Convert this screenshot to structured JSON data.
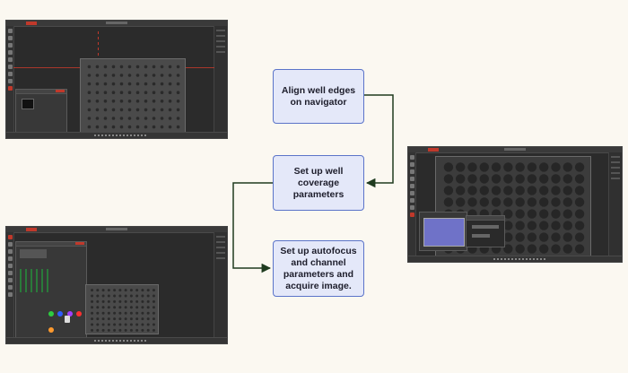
{
  "steps": {
    "align": {
      "label": "Align well edges on navigator"
    },
    "coverage": {
      "label": "Set up well coverage parameters"
    },
    "autofocus": {
      "label": "Set up autofocus and channel parameters and acquire image."
    }
  },
  "colors": {
    "box_fill": "#e4e8f9",
    "box_border": "#5b74c9",
    "arrow": "#1f3b1f",
    "screenshot_bg": "#2b2b2b",
    "accent_red": "#c0392b"
  }
}
